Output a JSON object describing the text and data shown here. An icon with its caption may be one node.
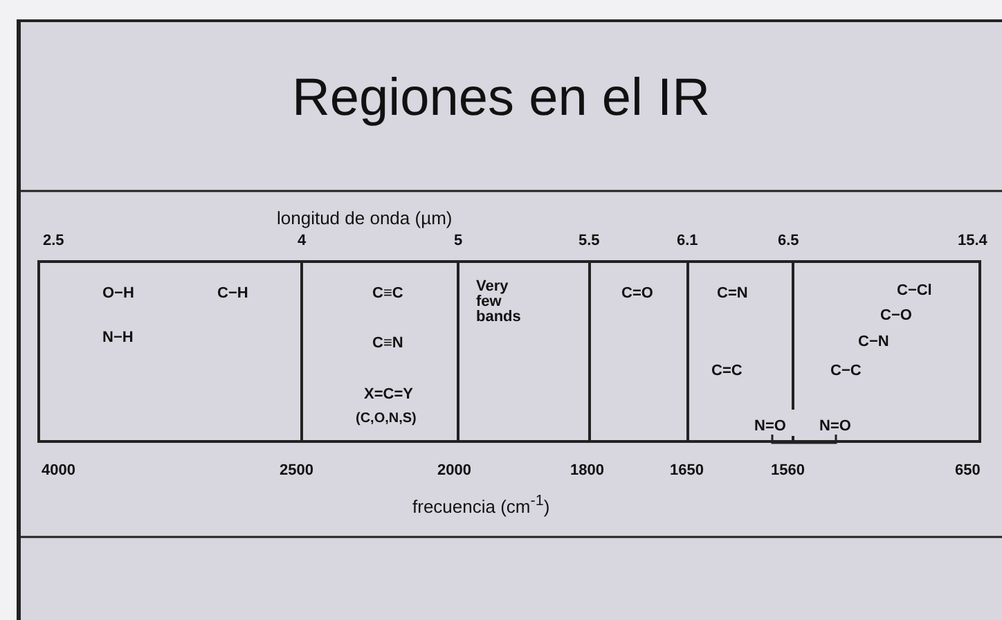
{
  "diagram": {
    "title": "Regiones en el IR",
    "nodes": [
      {
        "text": [
          "O−H",
          "C−H",
          "N−H"
        ]
      },
      {
        "text": [
          "C≡C",
          "C≡N",
          "X=C=Y",
          "(C,O,N,S)"
        ]
      },
      {
        "text": [
          "Very few bands"
        ]
      },
      {
        "text": [
          "C=O"
        ]
      },
      {
        "text": [
          "C=N",
          "C=C"
        ]
      },
      {
        "text": [
          "C−Cl",
          "C−O",
          "C−N",
          "C−C"
        ]
      }
    ],
    "labels": [
      "longitud de onda (µm)",
      "2.5",
      "4",
      "5",
      "5.5",
      "6.1",
      "6.5",
      "15.4",
      "N=O",
      "N=O",
      "4000",
      "2500",
      "2000",
      "1800",
      "1650",
      "1560",
      "650",
      "frecuencia (cm$^{-1}$)"
    ]
  }
}
